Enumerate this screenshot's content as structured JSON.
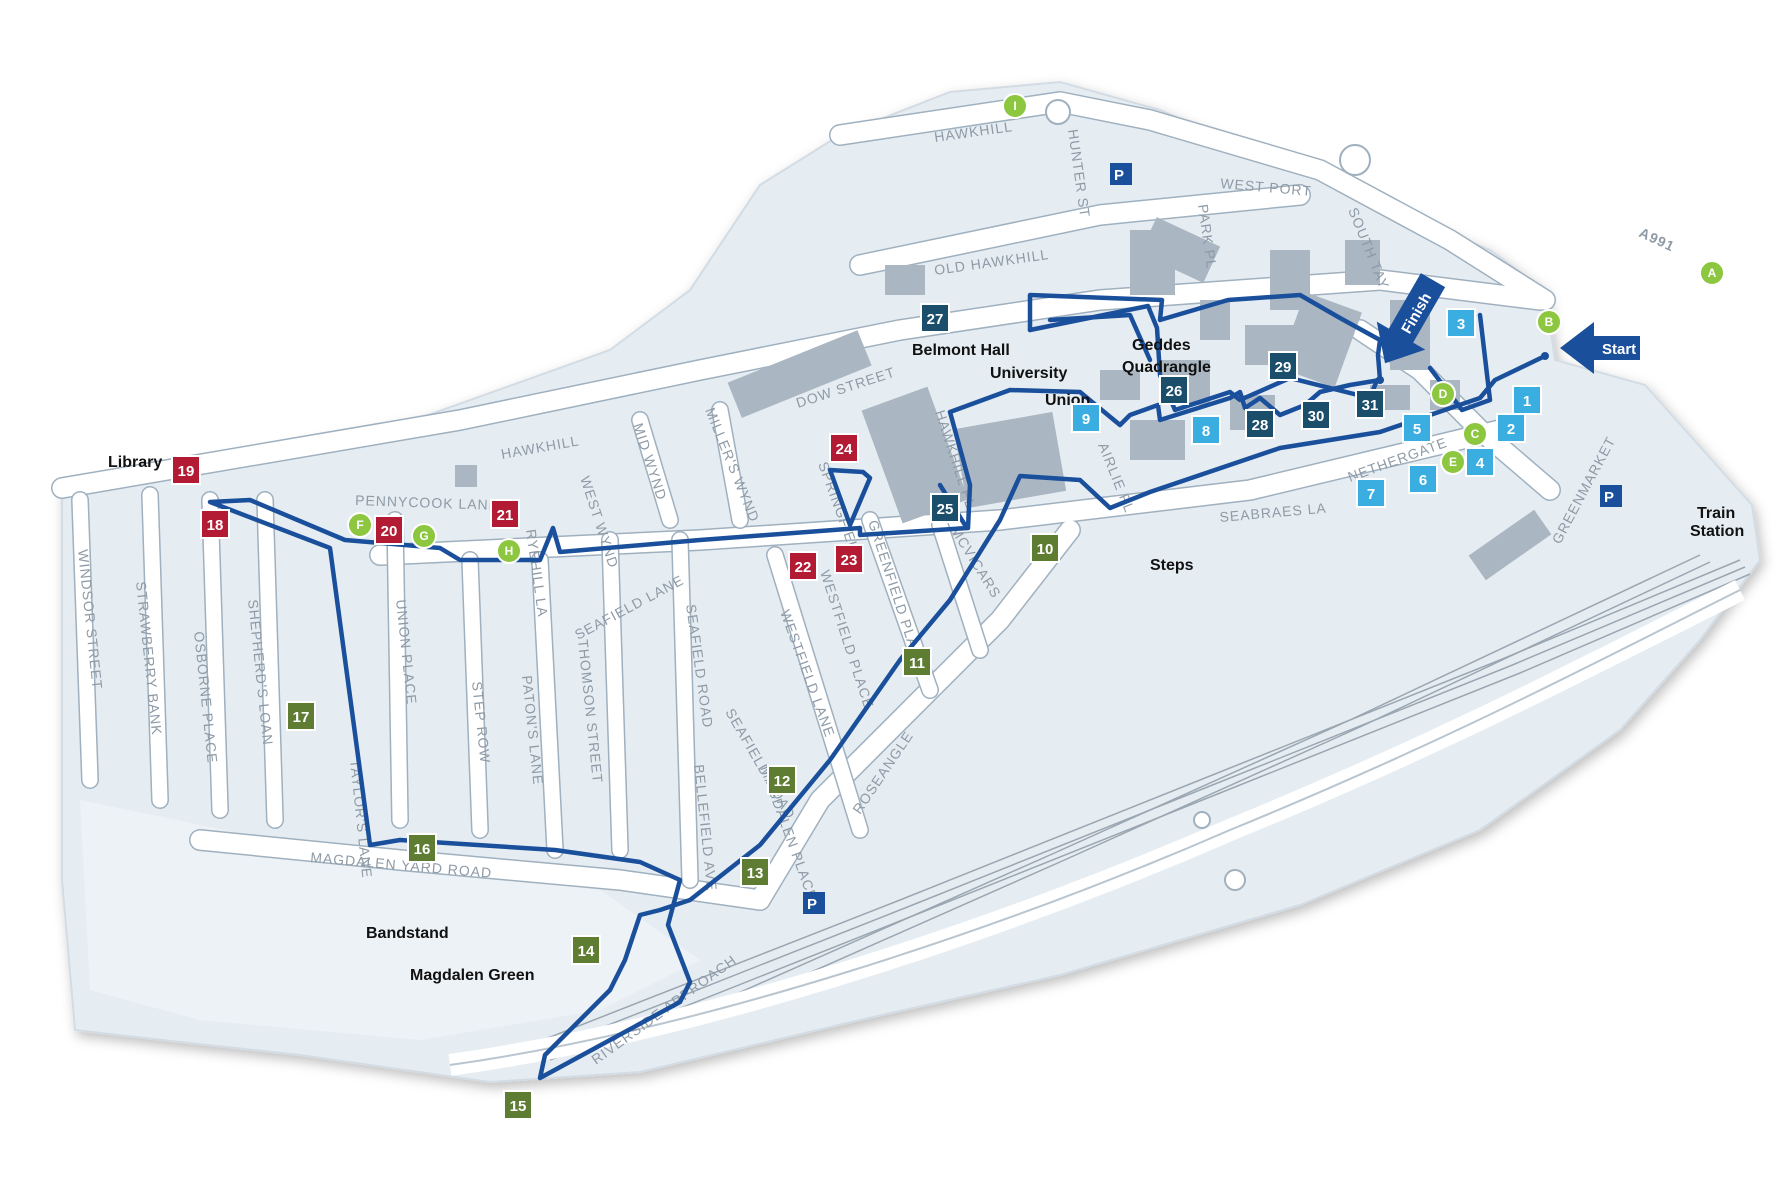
{
  "colors": {
    "land": "#e6edf2",
    "road": "#ffffff",
    "road_edge": "#9fb0bf",
    "building": "#aab6c1",
    "route": "#1a4f9c",
    "sq_light": "#3aaee0",
    "sq_dark": "#1b4e6b",
    "sq_red": "#b31b34",
    "sq_green": "#5e7d33",
    "circle_green": "#8dc63f",
    "parking": "#1a4f9c",
    "rail": "#9aa6b1"
  },
  "streets": [
    {
      "id": "hawkhill-top",
      "text": "HAWKHILL"
    },
    {
      "id": "hunter-st",
      "text": "HUNTER ST"
    },
    {
      "id": "west-port",
      "text": "WEST PORT"
    },
    {
      "id": "park-pl",
      "text": "PARK PL"
    },
    {
      "id": "south-tay",
      "text": "SOUTH TAY"
    },
    {
      "id": "a991",
      "text": "A991"
    },
    {
      "id": "old-hawkhill",
      "text": "OLD HAWKHILL"
    },
    {
      "id": "dow-street",
      "text": "DOW STREET"
    },
    {
      "id": "hawkhill-main",
      "text": "HAWKHILL"
    },
    {
      "id": "millers-wynd",
      "text": "MILLER'S WYND"
    },
    {
      "id": "mid-wynd",
      "text": "MID WYND"
    },
    {
      "id": "west-wynd",
      "text": "WEST WYND"
    },
    {
      "id": "pennycook-lane",
      "text": "PENNYCOOK LANE"
    },
    {
      "id": "ryehill-la",
      "text": "RYEHILL LA"
    },
    {
      "id": "springfield",
      "text": "SPRINGFIELD"
    },
    {
      "id": "hawkhill-pl",
      "text": "HAWKHILL PL"
    },
    {
      "id": "airlie-pl",
      "text": "AIRLIE PL"
    },
    {
      "id": "nethergate",
      "text": "NETHERGATE"
    },
    {
      "id": "seabraes-la",
      "text": "SEABRAES LA"
    },
    {
      "id": "greenmarket",
      "text": "GREENMARKET"
    },
    {
      "id": "mcvicars",
      "text": "MCVICARS"
    },
    {
      "id": "greenfield-place",
      "text": "GREENFIELD PLACE"
    },
    {
      "id": "westfield-place",
      "text": "WESTFIELD PLACE"
    },
    {
      "id": "westfield-lane",
      "text": "WESTFIELD LANE"
    },
    {
      "id": "seafield-road-v",
      "text": "SEAFIELD ROAD"
    },
    {
      "id": "seafield-lane",
      "text": "SEAFIELD LANE"
    },
    {
      "id": "seafield-road-h",
      "text": "SEAFIELD ROAD"
    },
    {
      "id": "thomson-street",
      "text": "THOMSON STREET"
    },
    {
      "id": "patons-lane",
      "text": "PATON'S LANE"
    },
    {
      "id": "step-row",
      "text": "STEP ROW"
    },
    {
      "id": "union-place",
      "text": "UNION PLACE"
    },
    {
      "id": "taylors-lane",
      "text": "TAYLOR'S LANE"
    },
    {
      "id": "shepherds-loan",
      "text": "SHEPHERD'S LOAN"
    },
    {
      "id": "osborne-place",
      "text": "OSBORNE PLACE"
    },
    {
      "id": "strawberry-bank",
      "text": "STRAWBERRY BANK"
    },
    {
      "id": "windsor-street",
      "text": "WINDSOR STREET"
    },
    {
      "id": "magdalen-yard-road",
      "text": "MAGDALEN YARD ROAD"
    },
    {
      "id": "magdalen-place",
      "text": "MAGDALEN PLACE"
    },
    {
      "id": "bellefield-ave",
      "text": "BELLEFIELD AVE"
    },
    {
      "id": "roseangle",
      "text": "ROSEANGLE"
    },
    {
      "id": "riverside-approach",
      "text": "RIVERSIDE APPROACH"
    }
  ],
  "places": [
    {
      "id": "library",
      "text": "Library"
    },
    {
      "id": "belmont-hall",
      "text": "Belmont Hall"
    },
    {
      "id": "university",
      "text": "University"
    },
    {
      "id": "union",
      "text": "Union"
    },
    {
      "id": "geddes",
      "text": "Geddes"
    },
    {
      "id": "quadrangle",
      "text": "Quadrangle"
    },
    {
      "id": "steps",
      "text": "Steps"
    },
    {
      "id": "train",
      "text": "Train"
    },
    {
      "id": "station",
      "text": "Station"
    },
    {
      "id": "bandstand",
      "text": "Bandstand"
    },
    {
      "id": "magdalen-green",
      "text": "Magdalen Green"
    }
  ],
  "route_labels": {
    "start": "Start",
    "finish": "Finish"
  },
  "parking_label": "P",
  "markers": [
    {
      "label": "1",
      "cat": "light"
    },
    {
      "label": "2",
      "cat": "light"
    },
    {
      "label": "3",
      "cat": "light"
    },
    {
      "label": "4",
      "cat": "light"
    },
    {
      "label": "5",
      "cat": "light"
    },
    {
      "label": "6",
      "cat": "light"
    },
    {
      "label": "7",
      "cat": "light"
    },
    {
      "label": "8",
      "cat": "light"
    },
    {
      "label": "9",
      "cat": "light"
    },
    {
      "label": "10",
      "cat": "green"
    },
    {
      "label": "11",
      "cat": "green"
    },
    {
      "label": "12",
      "cat": "green"
    },
    {
      "label": "13",
      "cat": "green"
    },
    {
      "label": "14",
      "cat": "green"
    },
    {
      "label": "15",
      "cat": "green"
    },
    {
      "label": "16",
      "cat": "green"
    },
    {
      "label": "17",
      "cat": "green"
    },
    {
      "label": "18",
      "cat": "red"
    },
    {
      "label": "19",
      "cat": "red"
    },
    {
      "label": "20",
      "cat": "red"
    },
    {
      "label": "21",
      "cat": "red"
    },
    {
      "label": "22",
      "cat": "red"
    },
    {
      "label": "23",
      "cat": "red"
    },
    {
      "label": "24",
      "cat": "red"
    },
    {
      "label": "25",
      "cat": "dark"
    },
    {
      "label": "26",
      "cat": "dark"
    },
    {
      "label": "27",
      "cat": "dark"
    },
    {
      "label": "28",
      "cat": "dark"
    },
    {
      "label": "29",
      "cat": "dark"
    },
    {
      "label": "30",
      "cat": "dark"
    },
    {
      "label": "31",
      "cat": "dark"
    }
  ],
  "circles": [
    {
      "label": "A"
    },
    {
      "label": "B"
    },
    {
      "label": "C"
    },
    {
      "label": "D"
    },
    {
      "label": "E"
    },
    {
      "label": "F"
    },
    {
      "label": "G"
    },
    {
      "label": "H"
    },
    {
      "label": "I"
    }
  ]
}
